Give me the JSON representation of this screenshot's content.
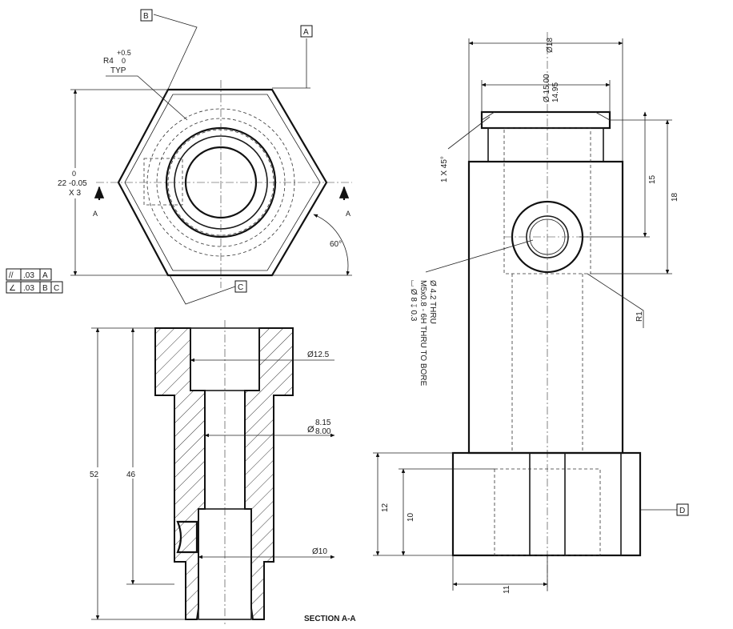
{
  "datums": {
    "a": "A",
    "b": "B",
    "c": "C",
    "d": "D"
  },
  "top_view": {
    "radius_tol_upper": "+0.5",
    "radius_tol_lower": "0",
    "radius_value": "R4",
    "radius_note": "TYP",
    "flats_tol_upper": "0",
    "flats_dim": "22 -0.05",
    "flats_count": "X 3",
    "angle": "60°",
    "section_arrow_left": "A",
    "section_arrow_right": "A"
  },
  "feature_control_frames": [
    {
      "symbol": "//",
      "tolerance": ".03",
      "datum1": "A",
      "datum2": ""
    },
    {
      "symbol": "∠",
      "tolerance": ".03",
      "datum1": "B",
      "datum2": "C"
    }
  ],
  "section_view": {
    "dim_overall": "52",
    "dim_inner": "46",
    "dia_counterbore": "Ø12.5",
    "dia_bore_upper": "8.15",
    "dia_bore_lower": "8.00",
    "dia_bore_symbol": "Ø",
    "dia_lower": "Ø10",
    "title": "SECTION A-A"
  },
  "side_view": {
    "dia_outer": "Ø18",
    "dia_flange_upper": "Ø 15.00",
    "dia_flange_lower": "14.95",
    "chamfer": "1 X 45°",
    "dim_15": "15",
    "dim_18": "18",
    "hole_note_1": "Ø 4.2 THRU",
    "hole_note_2": "M5x0.8 - 6H THRU TO BORE",
    "hole_note_3": "⌴ Ø 8 ↧ 0.3",
    "radius": "R1",
    "dim_12": "12",
    "dim_10": "10",
    "dim_11": "11"
  }
}
